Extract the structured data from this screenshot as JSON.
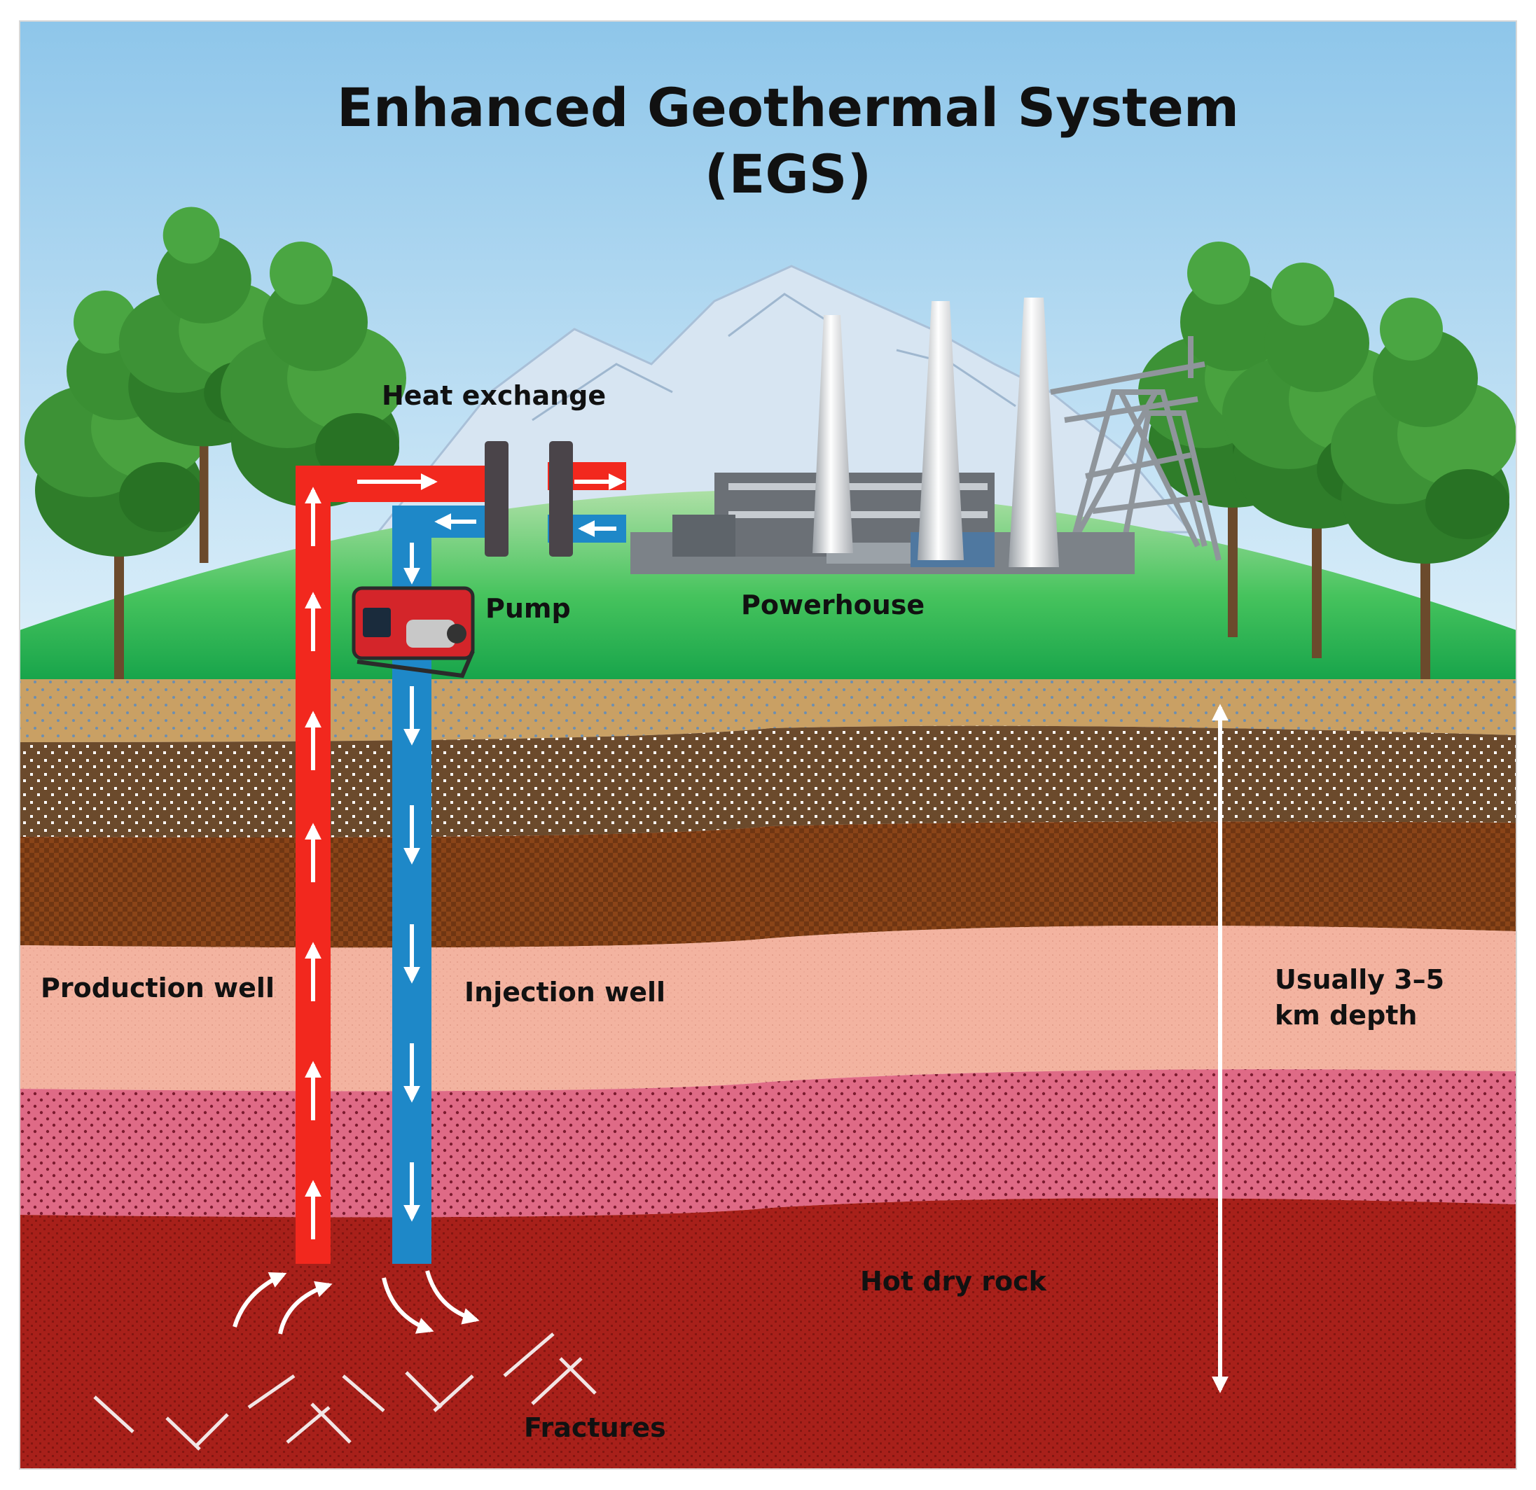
{
  "title": {
    "line1": "Enhanced Geothermal System",
    "line2": "(EGS)"
  },
  "labels": {
    "heat_exchange": "Heat exchange",
    "pump": "Pump",
    "powerhouse": "Powerhouse",
    "production_well": "Production well",
    "injection_well": "Injection well",
    "depth_line1": "Usually 3–5",
    "depth_line2": "km depth",
    "hot_dry_rock": "Hot dry rock",
    "fractures": "Fractures"
  },
  "colors": {
    "sky_top": "#8ec6ea",
    "sky_bottom": "#e4f3fb",
    "grass": "#3fbf5a",
    "grass_dark": "#1e9e3e",
    "soil_tan": "#c9a064",
    "soil_brown_dotted": "#6b4a2c",
    "soil_orange_brown": "#8a4418",
    "rock_peach": "#f3b3a0",
    "rock_pink_dotted": "#df6a86",
    "hot_dry_rock": "#a8201a",
    "production_pipe": "#f2281e",
    "injection_pipe": "#1e88c8",
    "tree": "#3a8a2e"
  }
}
